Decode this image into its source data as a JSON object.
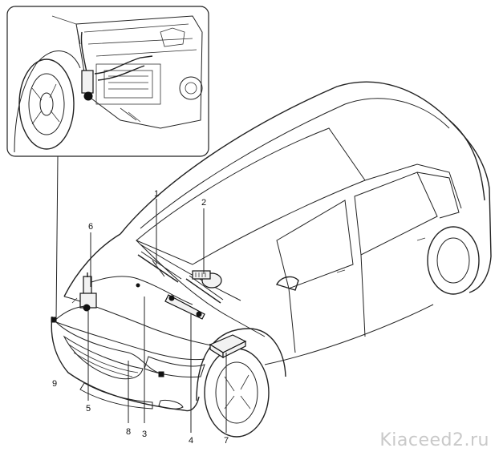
{
  "callouts": {
    "c1": "1",
    "c2": "2",
    "c3": "3",
    "c4": "4",
    "c5": "5",
    "c6": "6",
    "c7": "7",
    "c8": "8",
    "c9": "9"
  },
  "watermark": "Kiaceed2.ru"
}
